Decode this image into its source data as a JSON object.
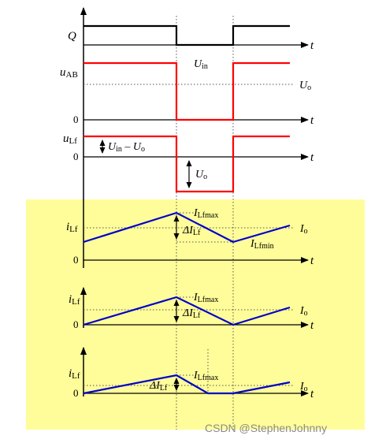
{
  "colors": {
    "highlight": "#fffd99",
    "gate": "#000000",
    "voltage": "#ff0000",
    "current": "#0000cc"
  },
  "labels": {
    "q": "Q",
    "t": "t",
    "zero": "0",
    "u_ab_main": "u",
    "u_ab_sub": "AB",
    "u_in_main": "U",
    "u_in_sub": "in",
    "u_o_main": "U",
    "u_o_sub": "o",
    "u_lf_main": "u",
    "u_lf_sub": "Lf",
    "diff_a_main": "U",
    "diff_a_sub": "in",
    "diff_mid": " – ",
    "diff_b_main": "U",
    "diff_b_sub": "o",
    "uo2_main": "U",
    "uo2_sub": "o",
    "i_lf_main": "i",
    "i_lf_sub": "Lf",
    "i_max_main": "I",
    "i_max_sub": "Lfmax",
    "i_min_main": "I",
    "i_min_sub": "Lfmin",
    "delta_main": "ΔI",
    "delta_sub": "Lf",
    "io_main": "I",
    "io_sub": "o"
  },
  "watermark": "CSDN @StephenJohnny"
}
